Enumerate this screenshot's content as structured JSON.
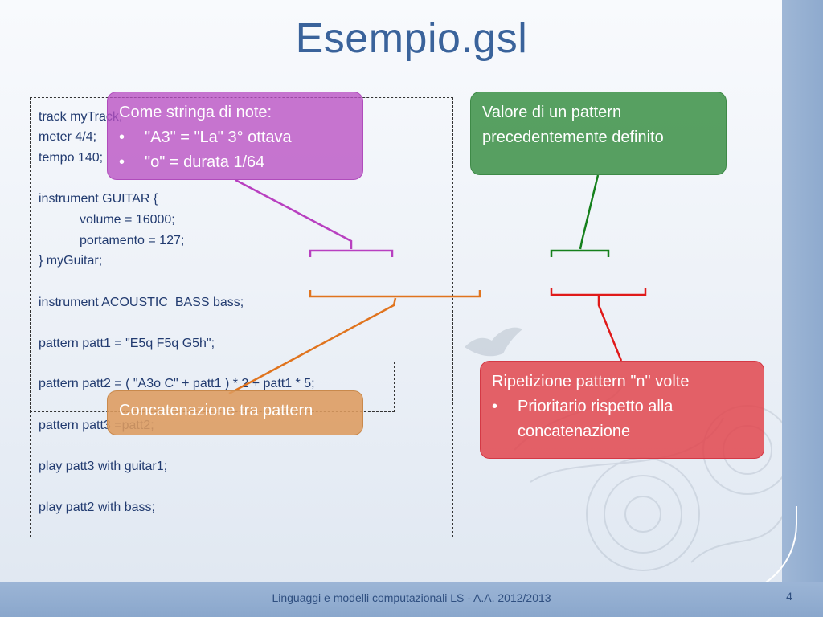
{
  "slide": {
    "title": "Esempio.gsl",
    "footer": "Linguaggi e modelli computazionali LS - A.A. 2012/2013",
    "page_number": "4"
  },
  "code": {
    "lines": [
      "track myTrack;",
      "meter 4/4;",
      "tempo 140;",
      "instrument GUITAR {",
      "volume = 16000;",
      "portamento = 127;",
      "} myGuitar;",
      "instrument ACOUSTIC_BASS bass;",
      "pattern patt1 = \"E5q F5q G5h\";",
      "pattern patt2 = ( \"A3o C\" + patt1 ) * 2 + patt1 * 5;",
      "pattern patt3 =patt2;",
      "play patt3 with guitar1;",
      "play patt2 with bass;"
    ]
  },
  "callouts": {
    "stringa": {
      "heading": "Come stringa di note:",
      "bullets": [
        "\"A3\" = \"La\" 3° ottava",
        "\"o\" = durata 1/64"
      ]
    },
    "valore": {
      "line1": "Valore di un pattern",
      "line2": "precedentemente definito"
    },
    "concatenazione": {
      "text": "Concatenazione tra pattern"
    },
    "ripetizione": {
      "heading": "Ripetizione pattern \"n\" volte",
      "bullet_line1": "Prioritario rispetto alla",
      "bullet_line2": "concatenazione"
    }
  },
  "colors": {
    "title": "#3a639b",
    "code_text": "#223b70",
    "purple_callout": "#b950c3",
    "green_callout": "#469650",
    "orange_callout": "#dd9b5f",
    "red_callout": "#e2464e",
    "purple_line": "#b83fc0",
    "green_line": "#15801c",
    "orange_line": "#e0741e",
    "red_line": "#e01a1a"
  }
}
